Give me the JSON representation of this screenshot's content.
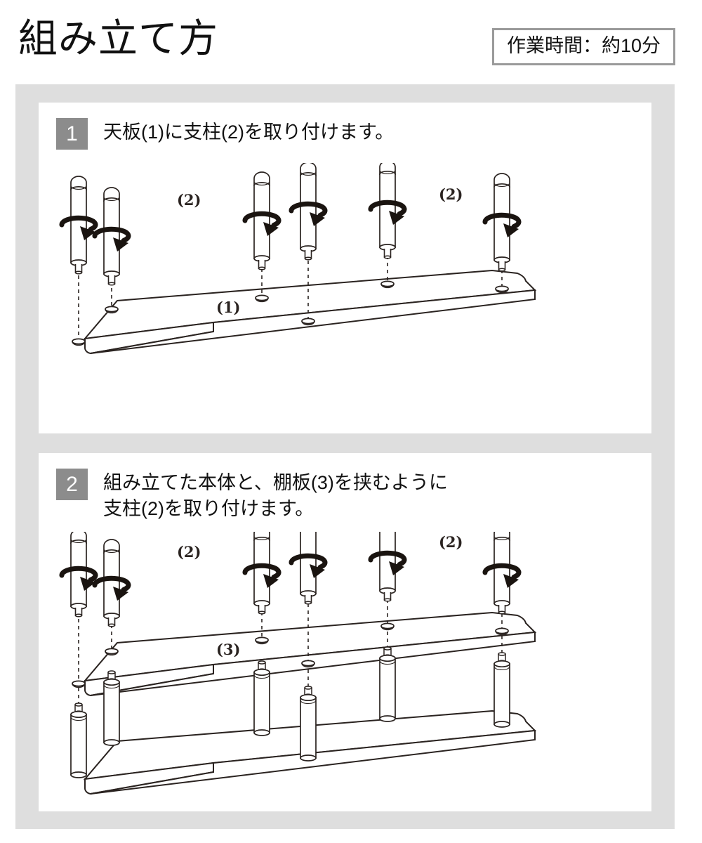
{
  "header": {
    "title": "組み立て方",
    "time_badge": "作業時間：約10分"
  },
  "steps": [
    {
      "number": "1",
      "text": "天板(1)に支柱(2)を取り付けます。",
      "labels": {
        "board": "(1)",
        "post_left": "(2)",
        "post_right": "(2)"
      }
    },
    {
      "number": "2",
      "text": "組み立てた本体と、棚板(3)を挟むように\n支柱(2)を取り付けます。",
      "labels": {
        "board": "(3)",
        "post_left": "(2)",
        "post_right": "(2)"
      }
    }
  ],
  "colors": {
    "container_gray": "#dedede",
    "badge_gray": "#8c8c8c",
    "card_white": "#ffffff",
    "line_dark": "#2a2320",
    "badge_border": "#9a9a9a"
  },
  "icons": {
    "rotation_arrow": "rotation-arrow-icon",
    "post": "post-part-icon",
    "board": "board-part-icon",
    "hole": "hole-icon",
    "dashed_guide": "alignment-guide-icon"
  }
}
